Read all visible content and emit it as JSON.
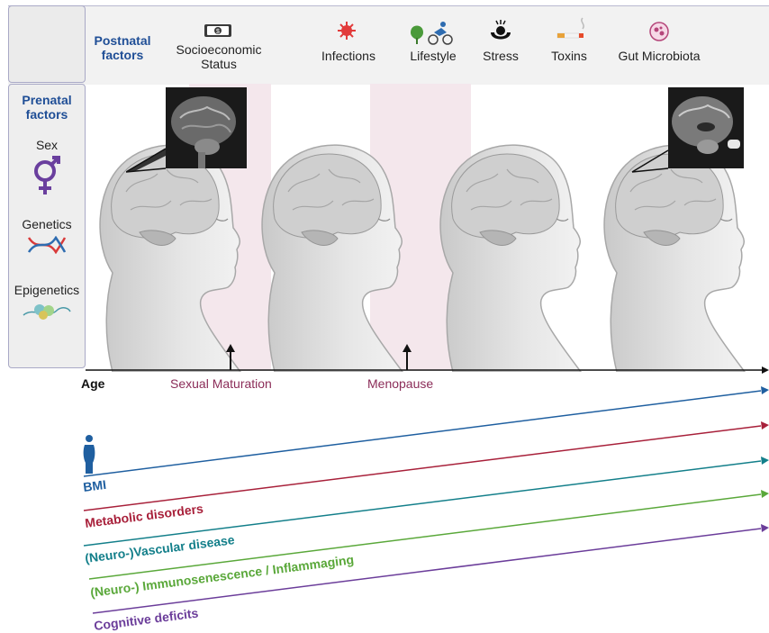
{
  "header": {
    "postnatal_line1": "Postnatal",
    "postnatal_line2": "factors",
    "factors": {
      "socioeconomic_line1": "Socioeconomic",
      "socioeconomic_line2": "Status",
      "infections": "Infections",
      "lifestyle": "Lifestyle",
      "stress": "Stress",
      "toxins": "Toxins",
      "gut_microbiota": "Gut Microbiota"
    }
  },
  "prenatal": {
    "title_line1": "Prenatal",
    "title_line2": "factors",
    "sex": "Sex",
    "genetics": "Genetics",
    "epigenetics": "Epigenetics"
  },
  "timeline": {
    "age": "Age",
    "sexual_maturation": "Sexual Maturation",
    "menopause": "Menopause"
  },
  "trends": {
    "bmi": "BMI",
    "metabolic": "Metabolic disorders",
    "vascular": "(Neuro-)Vascular disease",
    "immuno": "(Neuro-) Immunosenescence / Inflammaging",
    "cognitive": "Cognitive deficits"
  },
  "colors": {
    "header_blue": "#1f4e96",
    "stage_text": "#8b2c58",
    "bmi_blue": "#1f5fa0",
    "metabolic_red": "#a8203a",
    "vascular_teal": "#137f8a",
    "immuno_green": "#5aa83a",
    "cognitive_purple": "#6b3d9a"
  },
  "icons": [
    "money-icon",
    "virus-icon",
    "lifestyle-icon",
    "stress-icon",
    "cigarette-icon",
    "microbiota-icon",
    "sex-symbol-icon",
    "dna-icon",
    "epigenetics-icon",
    "person-icon",
    "mri-scan-icon"
  ]
}
